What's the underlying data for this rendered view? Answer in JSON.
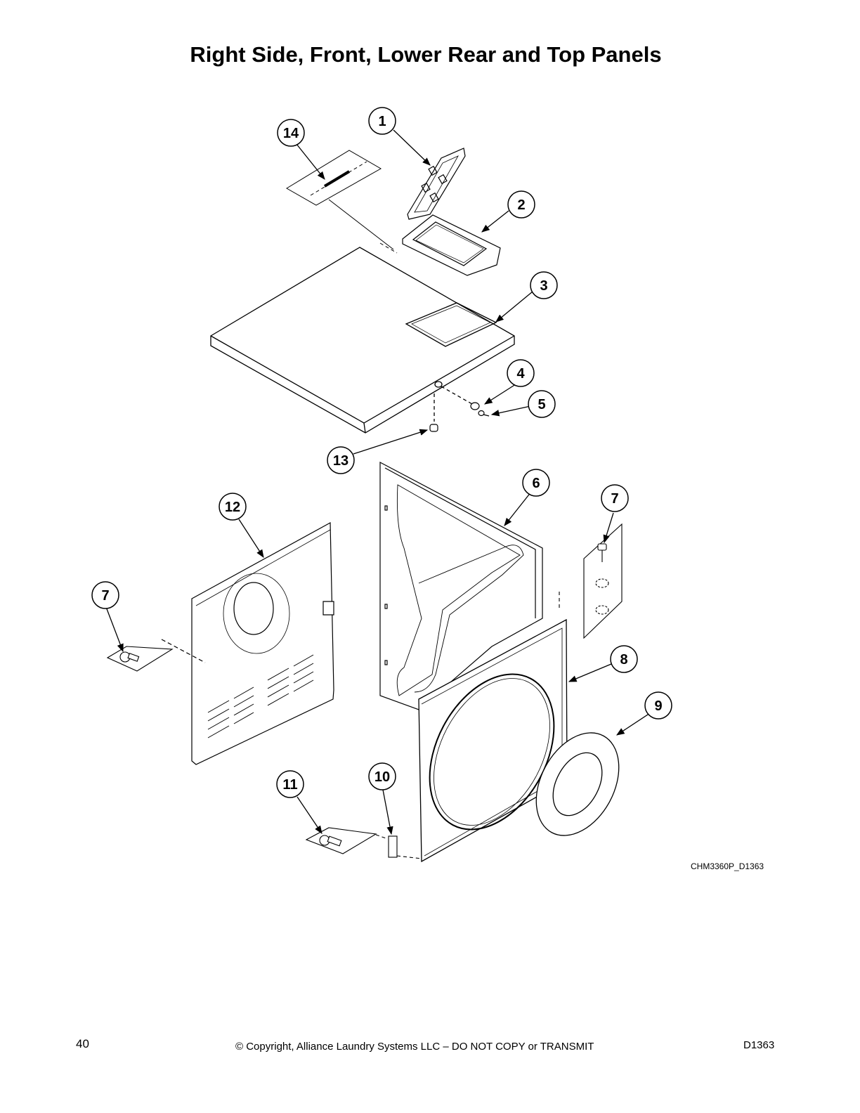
{
  "page": {
    "title": "Right Side, Front, Lower Rear and Top Panels",
    "drawing_id": "CHM3360P_D1363",
    "page_number": "40",
    "copyright": "© Copyright, Alliance Laundry Systems LLC – DO NOT COPY or TRANSMIT",
    "doc_code": "D1363"
  },
  "callouts": [
    {
      "id": "c1",
      "label": "1"
    },
    {
      "id": "c2",
      "label": "2"
    },
    {
      "id": "c3",
      "label": "3"
    },
    {
      "id": "c4",
      "label": "4"
    },
    {
      "id": "c5",
      "label": "5"
    },
    {
      "id": "c6",
      "label": "6"
    },
    {
      "id": "c7a",
      "label": "7"
    },
    {
      "id": "c7b",
      "label": "7"
    },
    {
      "id": "c8",
      "label": "8"
    },
    {
      "id": "c9",
      "label": "9"
    },
    {
      "id": "c10",
      "label": "10"
    },
    {
      "id": "c11",
      "label": "11"
    },
    {
      "id": "c12",
      "label": "12"
    },
    {
      "id": "c13",
      "label": "13"
    },
    {
      "id": "c14",
      "label": "14"
    }
  ]
}
